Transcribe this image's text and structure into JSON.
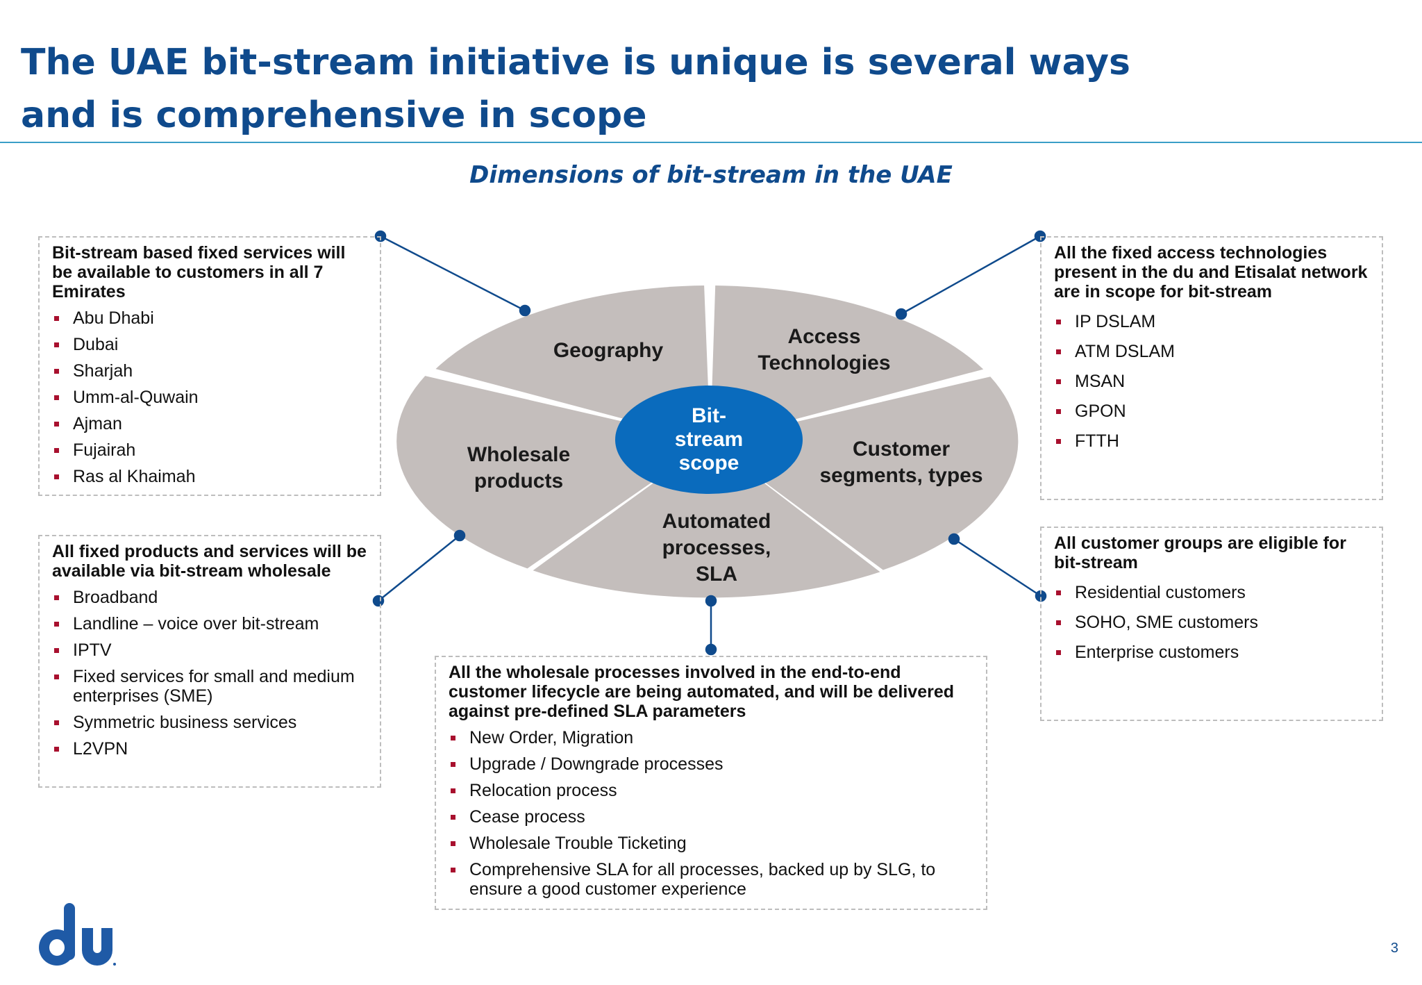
{
  "title": "The UAE bit-stream initiative is unique is several ways and is comprehensive in scope",
  "subtitle": "Dimensions of bit-stream in the UAE",
  "center": "Bit-stream scope",
  "segments": {
    "geography": "Geography",
    "access": "Access Technologies",
    "customer": "Customer segments, types",
    "automated": "Automated processes, SLA",
    "wholesale": "Wholesale products"
  },
  "boxes": {
    "geography": {
      "heading": "Bit-stream based fixed services will be available to customers in all 7 Emirates",
      "items": [
        "Abu Dhabi",
        "Dubai",
        "Sharjah",
        "Umm-al-Quwain",
        "Ajman",
        "Fujairah",
        "Ras al Khaimah"
      ]
    },
    "wholesale": {
      "heading": "All fixed products and services will be available via bit-stream wholesale",
      "items": [
        "Broadband",
        "Landline – voice over bit-stream",
        "IPTV",
        "Fixed services for small and medium enterprises (SME)",
        "Symmetric business services",
        "L2VPN"
      ]
    },
    "access": {
      "heading": "All the fixed access technologies present in the du and Etisalat network are in scope for bit-stream",
      "items": [
        "IP DSLAM",
        "ATM DSLAM",
        "MSAN",
        "GPON",
        "FTTH"
      ]
    },
    "customer": {
      "heading": "All customer groups are eligible for bit-stream",
      "items": [
        "Residential customers",
        "SOHO, SME customers",
        "Enterprise customers"
      ]
    },
    "processes": {
      "heading": "All the wholesale processes involved in the end-to-end customer lifecycle are being automated, and will be delivered against pre-defined SLA parameters",
      "items": [
        "New Order, Migration",
        "Upgrade / Downgrade processes",
        "Relocation process",
        "Cease process",
        "Wholesale Trouble Ticketing",
        "Comprehensive SLA for all processes, backed up by SLG, to ensure a good customer experience"
      ]
    }
  },
  "page_number": "3",
  "colors": {
    "title": "#0f4a8c",
    "segment_fill": "#c4bebc",
    "center_fill": "#0a6bbd",
    "connector": "#0f4a8c",
    "bullet": "#a8102e"
  }
}
